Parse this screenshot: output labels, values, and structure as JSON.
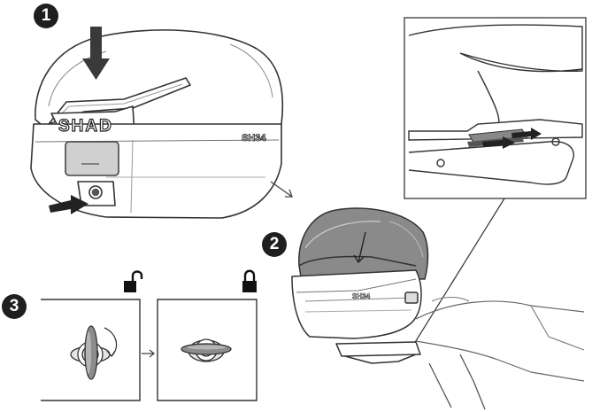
{
  "steps": [
    {
      "number": "1"
    },
    {
      "number": "2"
    },
    {
      "number": "3"
    }
  ],
  "case": {
    "brand": "SHAD",
    "model": "SH34"
  },
  "mounted_case": {
    "model": "SH34"
  },
  "icons": {
    "unlocked": "open-padlock-icon",
    "locked": "closed-padlock-icon"
  },
  "colors": {
    "ink": "#1f1f1f",
    "line": "#333333",
    "shade": "#bdbdbd",
    "dark_shade": "#555555"
  }
}
